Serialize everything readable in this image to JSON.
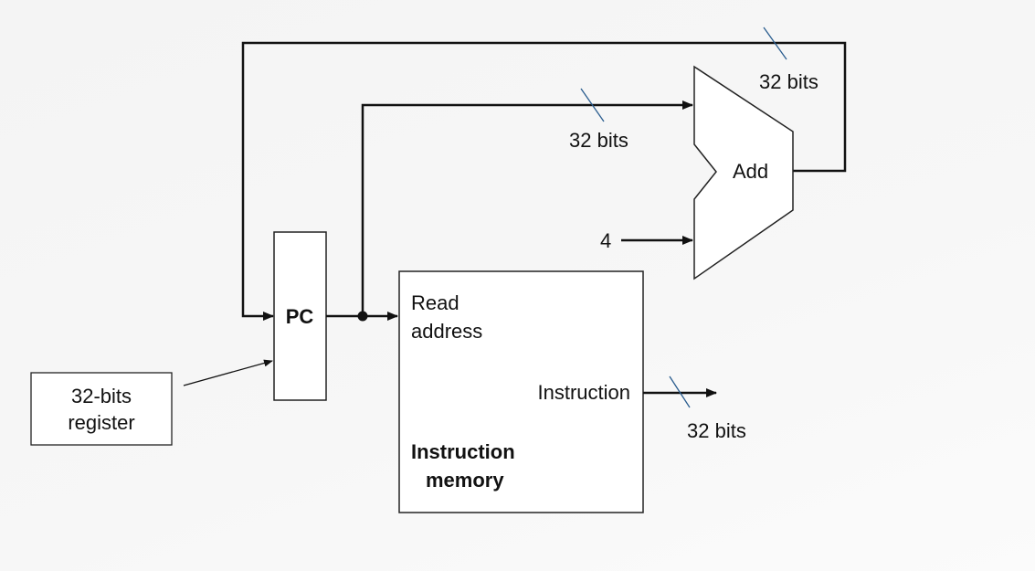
{
  "pc": {
    "label": "PC"
  },
  "register": {
    "line1": "32-bits",
    "line2": "register"
  },
  "adder": {
    "label": "Add",
    "constant_input": "4"
  },
  "instruction_memory": {
    "read_address_line1": "Read",
    "read_address_line2": "address",
    "output_label": "Instruction",
    "title_line1": "Instruction",
    "title_line2": "memory"
  },
  "bus_widths": {
    "feedback": "32 bits",
    "adder_input": "32 bits",
    "instruction_output": "32 bits"
  },
  "colors": {
    "wire": "#111111",
    "bus_slash": "#2a5d8f"
  }
}
